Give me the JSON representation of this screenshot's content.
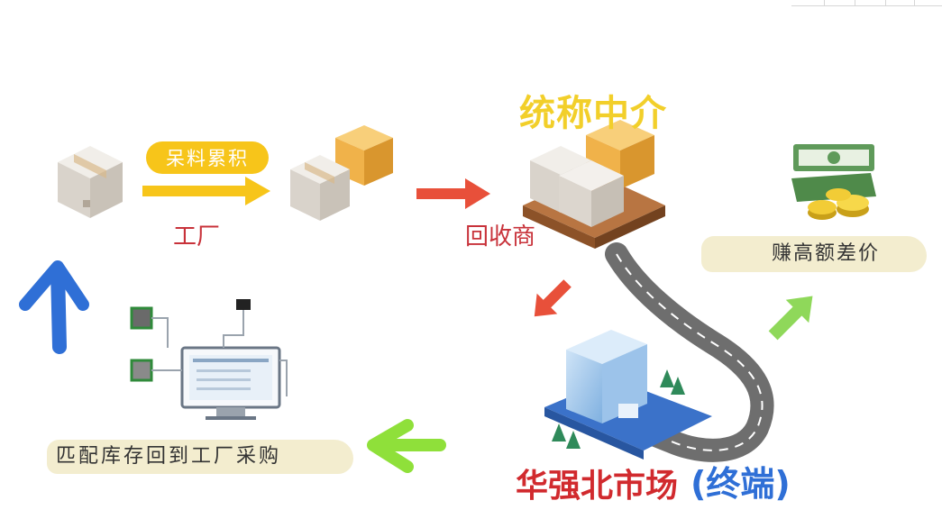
{
  "labels": {
    "accumulate": "呆料累积",
    "factory": "工厂",
    "middleman": "统称中介",
    "recycler": "回收商",
    "profit": "赚高额差价",
    "market_name": "华强北市场",
    "market_terminal": "(终端)",
    "match_back": "匹配库存回到工厂采购"
  },
  "colors": {
    "yellow": "#f7c51a",
    "red_text": "#c8323a",
    "orange_arrow": "#e8503a",
    "blue": "#2f6fd6",
    "green_arrow": "#8fd85a",
    "box_gray": "#e2ddd6",
    "box_orange": "#f0b24a",
    "pallet": "#a8683a"
  },
  "icons": {
    "factory_box": "cardboard-box-icon",
    "stacked_boxes": "stacked-boxes-icon",
    "pallet": "pallet-boxes-icon",
    "money": "money-stack-icon",
    "monitor": "bom-monitor-icon",
    "building": "office-building-icon",
    "road": "road-icon"
  }
}
